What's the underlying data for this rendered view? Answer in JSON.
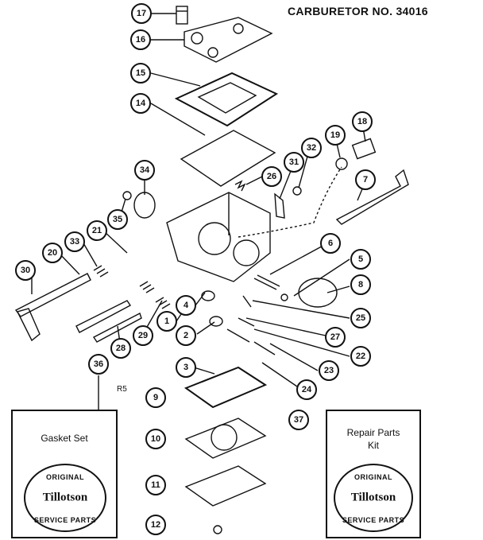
{
  "title": "CARBURETOR NO. 34016",
  "stray_mark": "R5",
  "callouts": [
    {
      "id": "17",
      "label": "17"
    },
    {
      "id": "16",
      "label": "16"
    },
    {
      "id": "15",
      "label": "15"
    },
    {
      "id": "14",
      "label": "14"
    },
    {
      "id": "34",
      "label": "34"
    },
    {
      "id": "35",
      "label": "35"
    },
    {
      "id": "26",
      "label": "26"
    },
    {
      "id": "31",
      "label": "31"
    },
    {
      "id": "32",
      "label": "32"
    },
    {
      "id": "19",
      "label": "19"
    },
    {
      "id": "18",
      "label": "18"
    },
    {
      "id": "7",
      "label": "7"
    },
    {
      "id": "20",
      "label": "20"
    },
    {
      "id": "33",
      "label": "33"
    },
    {
      "id": "21",
      "label": "21"
    },
    {
      "id": "30",
      "label": "30"
    },
    {
      "id": "6",
      "label": "6"
    },
    {
      "id": "5",
      "label": "5"
    },
    {
      "id": "8",
      "label": "8"
    },
    {
      "id": "4",
      "label": "4"
    },
    {
      "id": "1",
      "label": "1"
    },
    {
      "id": "29",
      "label": "29"
    },
    {
      "id": "28",
      "label": "28"
    },
    {
      "id": "2",
      "label": "2"
    },
    {
      "id": "25",
      "label": "25"
    },
    {
      "id": "27",
      "label": "27"
    },
    {
      "id": "22",
      "label": "22"
    },
    {
      "id": "3",
      "label": "3"
    },
    {
      "id": "23",
      "label": "23"
    },
    {
      "id": "36",
      "label": "36"
    },
    {
      "id": "24",
      "label": "24"
    },
    {
      "id": "9",
      "label": "9"
    },
    {
      "id": "37",
      "label": "37"
    },
    {
      "id": "10",
      "label": "10"
    },
    {
      "id": "11",
      "label": "11"
    },
    {
      "id": "12",
      "label": "12"
    }
  ],
  "kits": {
    "left": {
      "label": "Gasket Set",
      "seal_top": "ORIGINAL",
      "seal_brand": "Tillotson",
      "seal_bottom": "SERVICE PARTS"
    },
    "right": {
      "label_line1": "Repair Parts",
      "label_line2": "Kit",
      "seal_top": "ORIGINAL",
      "seal_brand": "Tillotson",
      "seal_bottom": "SERVICE PARTS"
    }
  }
}
